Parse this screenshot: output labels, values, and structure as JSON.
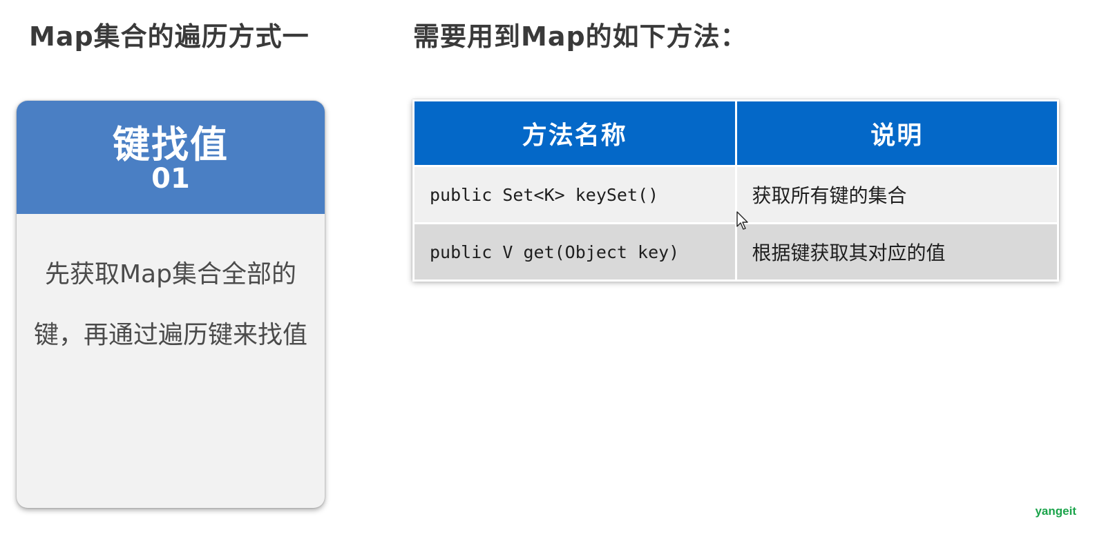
{
  "heading_left": "Map集合的遍历方式一",
  "heading_right": "需要用到Map的如下方法：",
  "card": {
    "title": "键找值",
    "number": "01",
    "lines": [
      "先获取Map集合全部的",
      "键，再通过遍历键来找值"
    ]
  },
  "table": {
    "headers": [
      "方法名称",
      "说明"
    ],
    "rows": [
      [
        "public Set<K> keySet()",
        "获取所有键的集合"
      ],
      [
        "public V get(Object key)",
        "根据键获取其对应的值"
      ]
    ]
  },
  "watermark": "yangeit",
  "colors": {
    "card_header": "#4a7fc4",
    "table_header": "#0468c8",
    "watermark": "#1aa34a"
  },
  "icons": {
    "cursor": "mouse-pointer-icon"
  }
}
